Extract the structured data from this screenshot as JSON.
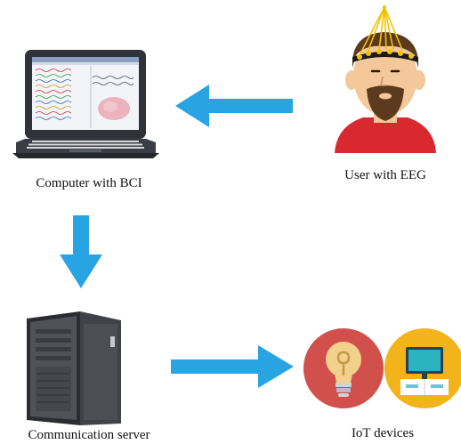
{
  "nodes": {
    "computer": {
      "label": "Computer with BCI",
      "icon": "laptop-eeg-screen-icon"
    },
    "user": {
      "label": "User with EEG",
      "icon": "user-eeg-headset-icon"
    },
    "server": {
      "label": "Communication server",
      "icon": "server-tower-icon"
    },
    "iot": {
      "label": "IoT devices",
      "icons": [
        "light-bulb-icon",
        "tv-stand-icon"
      ]
    }
  },
  "colors": {
    "arrow": "#27a4e1",
    "skin": "#f4c89a",
    "hair": "#5b3a1e",
    "shirt": "#d9282f",
    "electrode": "#f2c300",
    "laptop_body": "#2f3238",
    "server_body": "#404247",
    "bulb_bg": "#d2504b",
    "tv_bg": "#f3b31a"
  }
}
